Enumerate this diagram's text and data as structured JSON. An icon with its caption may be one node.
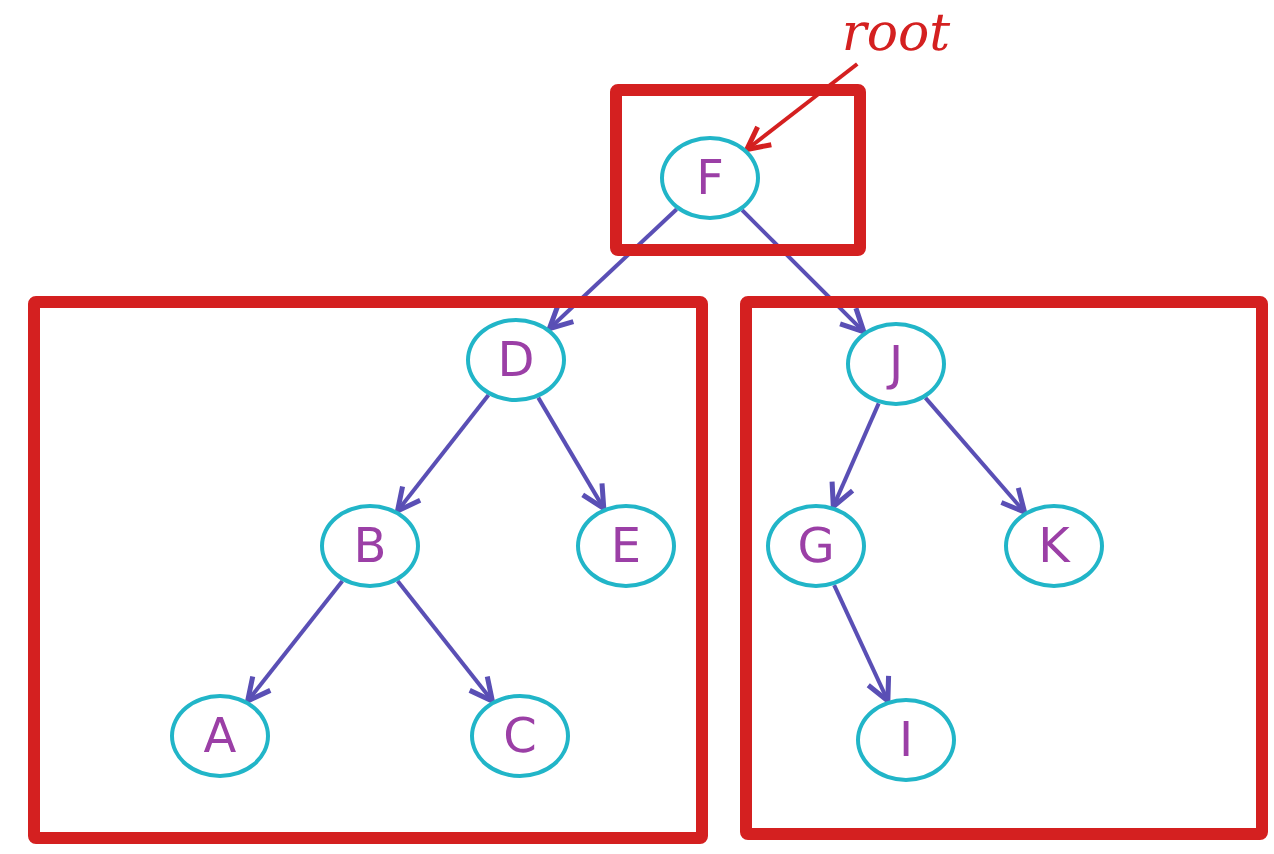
{
  "diagram": {
    "nodes": [
      {
        "text": [],
        "shape": "box"
      },
      {
        "text": [
          "F"
        ],
        "in": 0
      },
      {
        "text": [],
        "shape": "box"
      },
      {
        "text": [
          "D"
        ],
        "in": 2
      },
      {
        "text": [
          "B"
        ],
        "in": 2
      },
      {
        "text": [
          "E"
        ],
        "in": 2
      },
      {
        "text": [
          "A"
        ],
        "in": 2
      },
      {
        "text": [
          "C"
        ],
        "in": 2
      },
      {
        "text": [],
        "shape": "box"
      },
      {
        "text": [
          "J"
        ],
        "in": 8
      },
      {
        "text": [
          "G"
        ],
        "in": 8
      },
      {
        "text": [
          "K"
        ],
        "in": 8
      },
      {
        "text": [
          "I"
        ],
        "in": 8
      },
      {
        "text": [
          "root"
        ]
      }
    ],
    "edges": [
      {
        "from": 1,
        "to": 3,
        "arrow": "to"
      },
      {
        "from": 1,
        "to": 9,
        "arrow": "to"
      },
      {
        "from": 3,
        "to": 4,
        "arrow": "to"
      },
      {
        "from": 3,
        "to": 5,
        "arrow": "to"
      },
      {
        "from": 4,
        "to": 6,
        "arrow": "to"
      },
      {
        "from": 4,
        "to": 7,
        "arrow": "to"
      },
      {
        "from": 9,
        "to": 10,
        "arrow": "to"
      },
      {
        "from": 9,
        "to": 11,
        "arrow": "to"
      },
      {
        "from": 10,
        "to": 12,
        "arrow": "to"
      },
      {
        "from": 13,
        "to": 1,
        "arrow": "to",
        "color": "#d42020"
      }
    ]
  }
}
